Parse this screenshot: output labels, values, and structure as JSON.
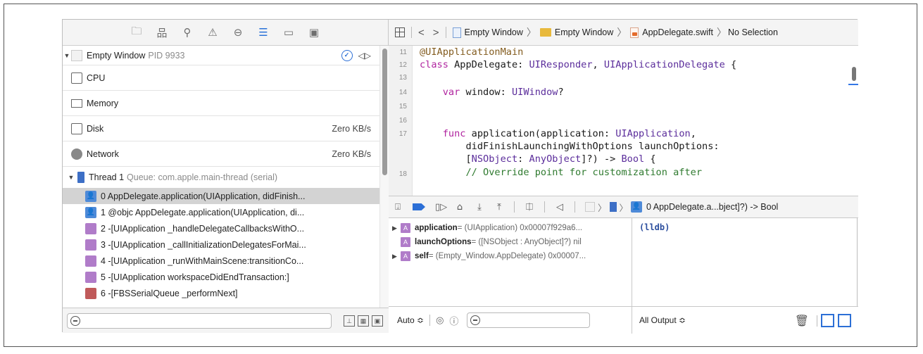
{
  "navigator": {
    "process_name": "Empty Window",
    "process_pid": "PID 9933",
    "gauges": [
      {
        "name": "CPU",
        "value": ""
      },
      {
        "name": "Memory",
        "value": ""
      },
      {
        "name": "Disk",
        "value": "Zero KB/s"
      },
      {
        "name": "Network",
        "value": "Zero KB/s"
      }
    ],
    "thread_label": "Thread 1",
    "thread_queue": "Queue: com.apple.main-thread (serial)",
    "frames": [
      "0 AppDelegate.application(UIApplication, didFinish...",
      "1 @objc AppDelegate.application(UIApplication, di...",
      "2 -[UIApplication _handleDelegateCallbacksWithO...",
      "3 -[UIApplication _callInitializationDelegatesForMai...",
      "4 -[UIApplication _runWithMainScene:transitionCo...",
      "5 -[UIApplication workspaceDidEndTransaction:]",
      "6 -[FBSSerialQueue _performNext]"
    ]
  },
  "jumpbar": {
    "project": "Empty Window",
    "group": "Empty Window",
    "file": "AppDelegate.swift",
    "selection": "No Selection"
  },
  "code": {
    "line_numbers": [
      "11",
      "12",
      "13",
      "14",
      "15",
      "16",
      "17",
      "18"
    ]
  },
  "debugbar": {
    "frame_label": "0 AppDelegate.a...bject]?) -> Bool"
  },
  "variables": [
    {
      "name": "application",
      "value": " = (UIApplication) 0x00007f929a6...",
      "expandable": true
    },
    {
      "name": "launchOptions",
      "value": " = ([NSObject : AnyObject]?) nil",
      "expandable": false
    },
    {
      "name": "self",
      "value": " = (Empty_Window.AppDelegate) 0x00007...",
      "expandable": true
    }
  ],
  "console": {
    "prompt": "(lldb)"
  },
  "bottom": {
    "auto_label": "Auto ≎",
    "output_label": "All Output ≎"
  }
}
